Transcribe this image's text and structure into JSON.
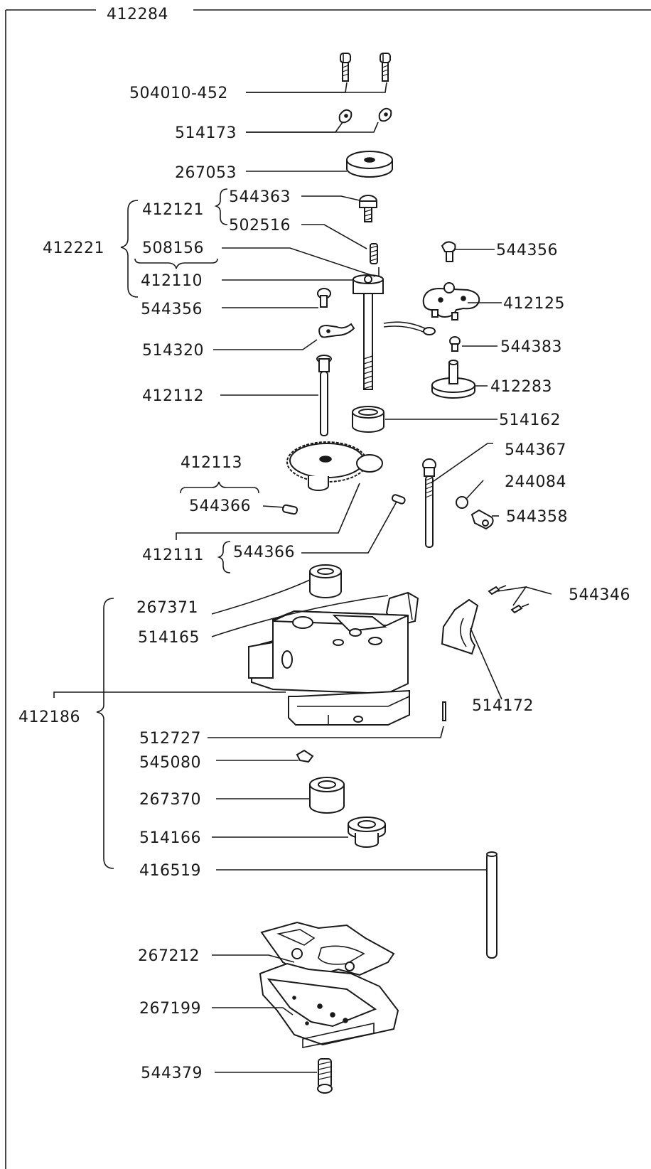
{
  "assembly_number": "412284",
  "callouts": {
    "c504010_452": "504010-452",
    "c514173": "514173",
    "c267053": "267053",
    "c412221": "412221",
    "c412121": "412121",
    "c544363": "544363",
    "c502516": "502516",
    "c508156": "508156",
    "c544356_right": "544356",
    "c412110": "412110",
    "c412125": "412125",
    "c544356_left": "544356",
    "c514320": "514320",
    "c544383": "544383",
    "c412112": "412112",
    "c412283": "412283",
    "c514162": "514162",
    "c412113": "412113",
    "c544367": "544367",
    "c244084": "244084",
    "c544366_upper": "544366",
    "c544358": "544358",
    "c412111": "412111",
    "c544366_lower": "544366",
    "c267371": "267371",
    "c544346": "544346",
    "c514165": "514165",
    "c412186": "412186",
    "c514172": "514172",
    "c512727": "512727",
    "c545080": "545080",
    "c267370": "267370",
    "c514166": "514166",
    "c416519": "416519",
    "c267212": "267212",
    "c267199": "267199",
    "c544379": "544379"
  }
}
